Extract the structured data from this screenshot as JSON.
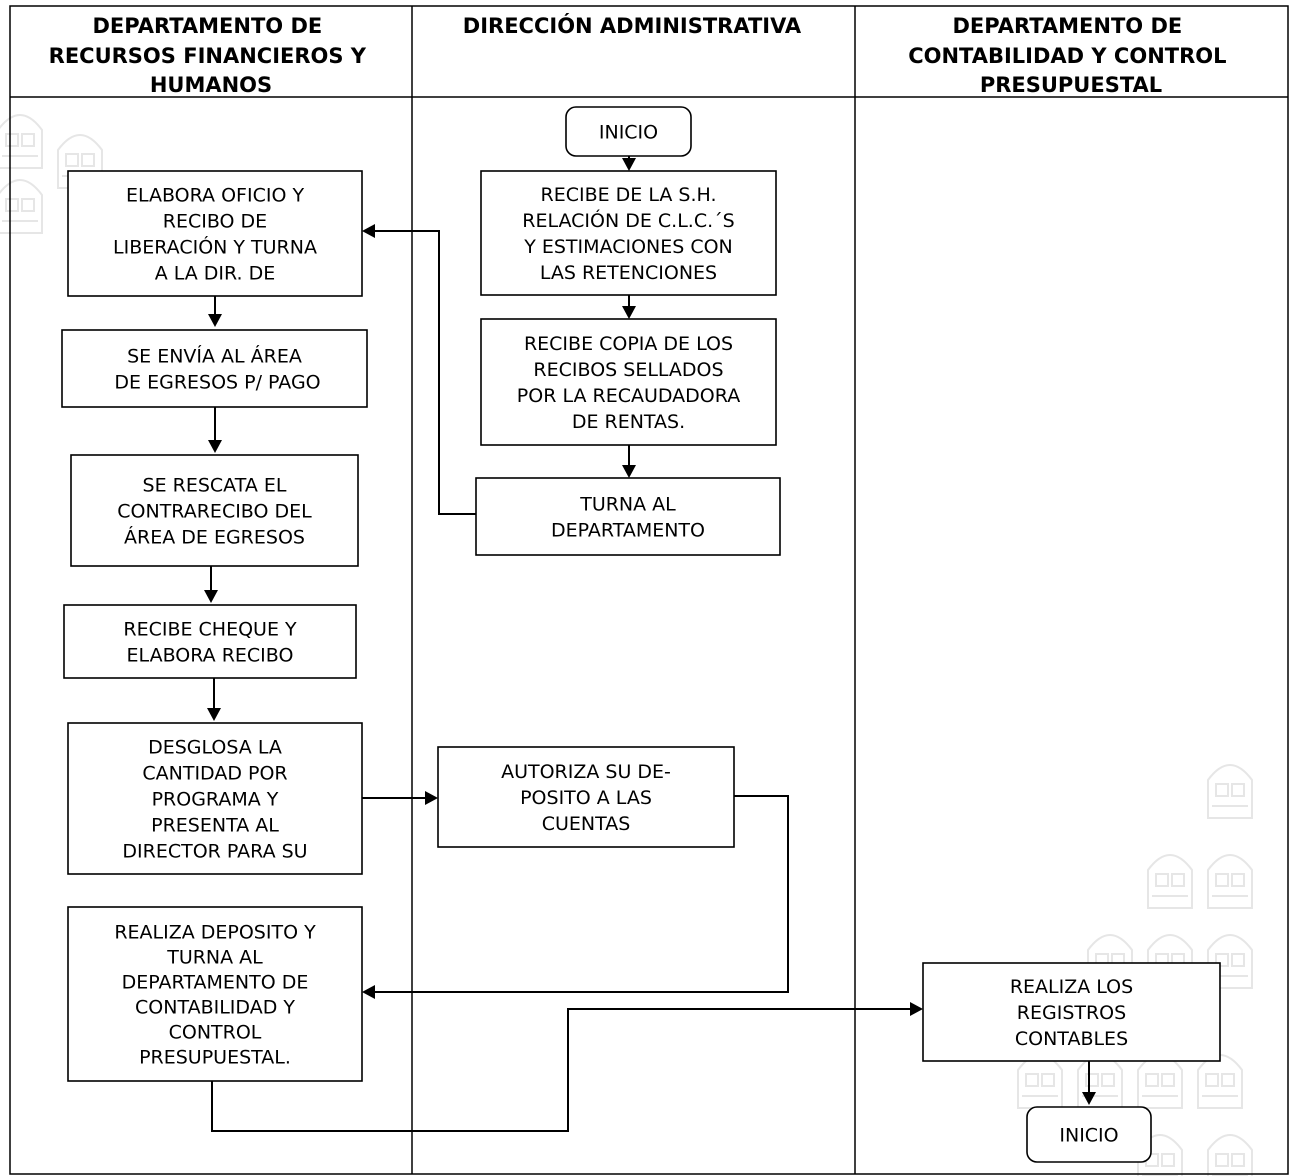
{
  "lanes": [
    {
      "id": "lane-rrhh",
      "header_lines": [
        "DEPARTAMENTO DE",
        "RECURSOS FINANCIEROS Y",
        "HUMANOS"
      ]
    },
    {
      "id": "lane-dir",
      "header_lines": [
        "DIRECCIÓN ADMINISTRATIVA"
      ]
    },
    {
      "id": "lane-cont",
      "header_lines": [
        "DEPARTAMENTO  DE",
        "CONTABILIDAD Y CONTROL",
        "PRESUPUESTAL"
      ]
    }
  ],
  "nodes": [
    {
      "id": "inicio-start",
      "shape": "terminator",
      "lines": [
        "INICIO"
      ]
    },
    {
      "id": "recibe-sh",
      "shape": "process",
      "lines": [
        "RECIBE DE LA S.H.",
        "RELACIÓN DE C.L.C.´S",
        "Y ESTIMACIONES CON",
        "LAS RETENCIONES"
      ]
    },
    {
      "id": "recibe-copia",
      "shape": "process",
      "lines": [
        "RECIBE  COPIA DE LOS",
        "RECIBOS SELLADOS",
        "POR LA RECAUDADORA",
        "DE RENTAS."
      ]
    },
    {
      "id": "turna-depto",
      "shape": "process",
      "lines": [
        "TURNA AL",
        "DEPARTAMENTO"
      ]
    },
    {
      "id": "elabora-oficio",
      "shape": "process",
      "lines": [
        "ELABORA OFICIO Y",
        "RECIBO DE",
        "LIBERACIÓN Y TURNA",
        "A LA DIR. DE"
      ]
    },
    {
      "id": "se-envia",
      "shape": "process",
      "lines": [
        "SE ENVÍA AL ÁREA",
        " DE EGRESOS P/ PAGO"
      ]
    },
    {
      "id": "se-rescata",
      "shape": "process",
      "lines": [
        "SE RESCATA EL",
        "CONTRARECIBO DEL",
        "ÁREA DE EGRESOS"
      ]
    },
    {
      "id": "recibe-cheque",
      "shape": "process",
      "lines": [
        "RECIBE CHEQUE  Y",
        "ELABORA RECIBO"
      ]
    },
    {
      "id": "desglosa",
      "shape": "process",
      "lines": [
        "DESGLOSA LA",
        "CANTIDAD POR",
        "PROGRAMA Y",
        "PRESENTA AL",
        "DIRECTOR PARA SU"
      ]
    },
    {
      "id": "autoriza",
      "shape": "process",
      "lines": [
        "AUTORIZA SU DE-",
        "POSITO A LAS",
        "CUENTAS"
      ]
    },
    {
      "id": "realiza-deposito",
      "shape": "process",
      "lines": [
        "REALIZA DEPOSITO Y",
        "TURNA AL",
        "DEPARTAMENTO DE",
        "CONTABILIDAD Y",
        "CONTROL",
        "PRESUPUESTAL."
      ]
    },
    {
      "id": "registros",
      "shape": "process",
      "lines": [
        "REALIZA LOS",
        "REGISTROS",
        "CONTABLES"
      ]
    },
    {
      "id": "inicio-end",
      "shape": "terminator",
      "lines": [
        "INICIO"
      ]
    }
  ],
  "edges": [
    {
      "from": "inicio-start",
      "to": "recibe-sh"
    },
    {
      "from": "recibe-sh",
      "to": "recibe-copia"
    },
    {
      "from": "recibe-copia",
      "to": "turna-depto"
    },
    {
      "from": "turna-depto",
      "to": "elabora-oficio"
    },
    {
      "from": "elabora-oficio",
      "to": "se-envia"
    },
    {
      "from": "se-envia",
      "to": "se-rescata"
    },
    {
      "from": "se-rescata",
      "to": "recibe-cheque"
    },
    {
      "from": "recibe-cheque",
      "to": "desglosa"
    },
    {
      "from": "desglosa",
      "to": "autoriza"
    },
    {
      "from": "autoriza",
      "to": "realiza-deposito"
    },
    {
      "from": "realiza-deposito",
      "to": "registros"
    },
    {
      "from": "registros",
      "to": "inicio-end"
    }
  ]
}
